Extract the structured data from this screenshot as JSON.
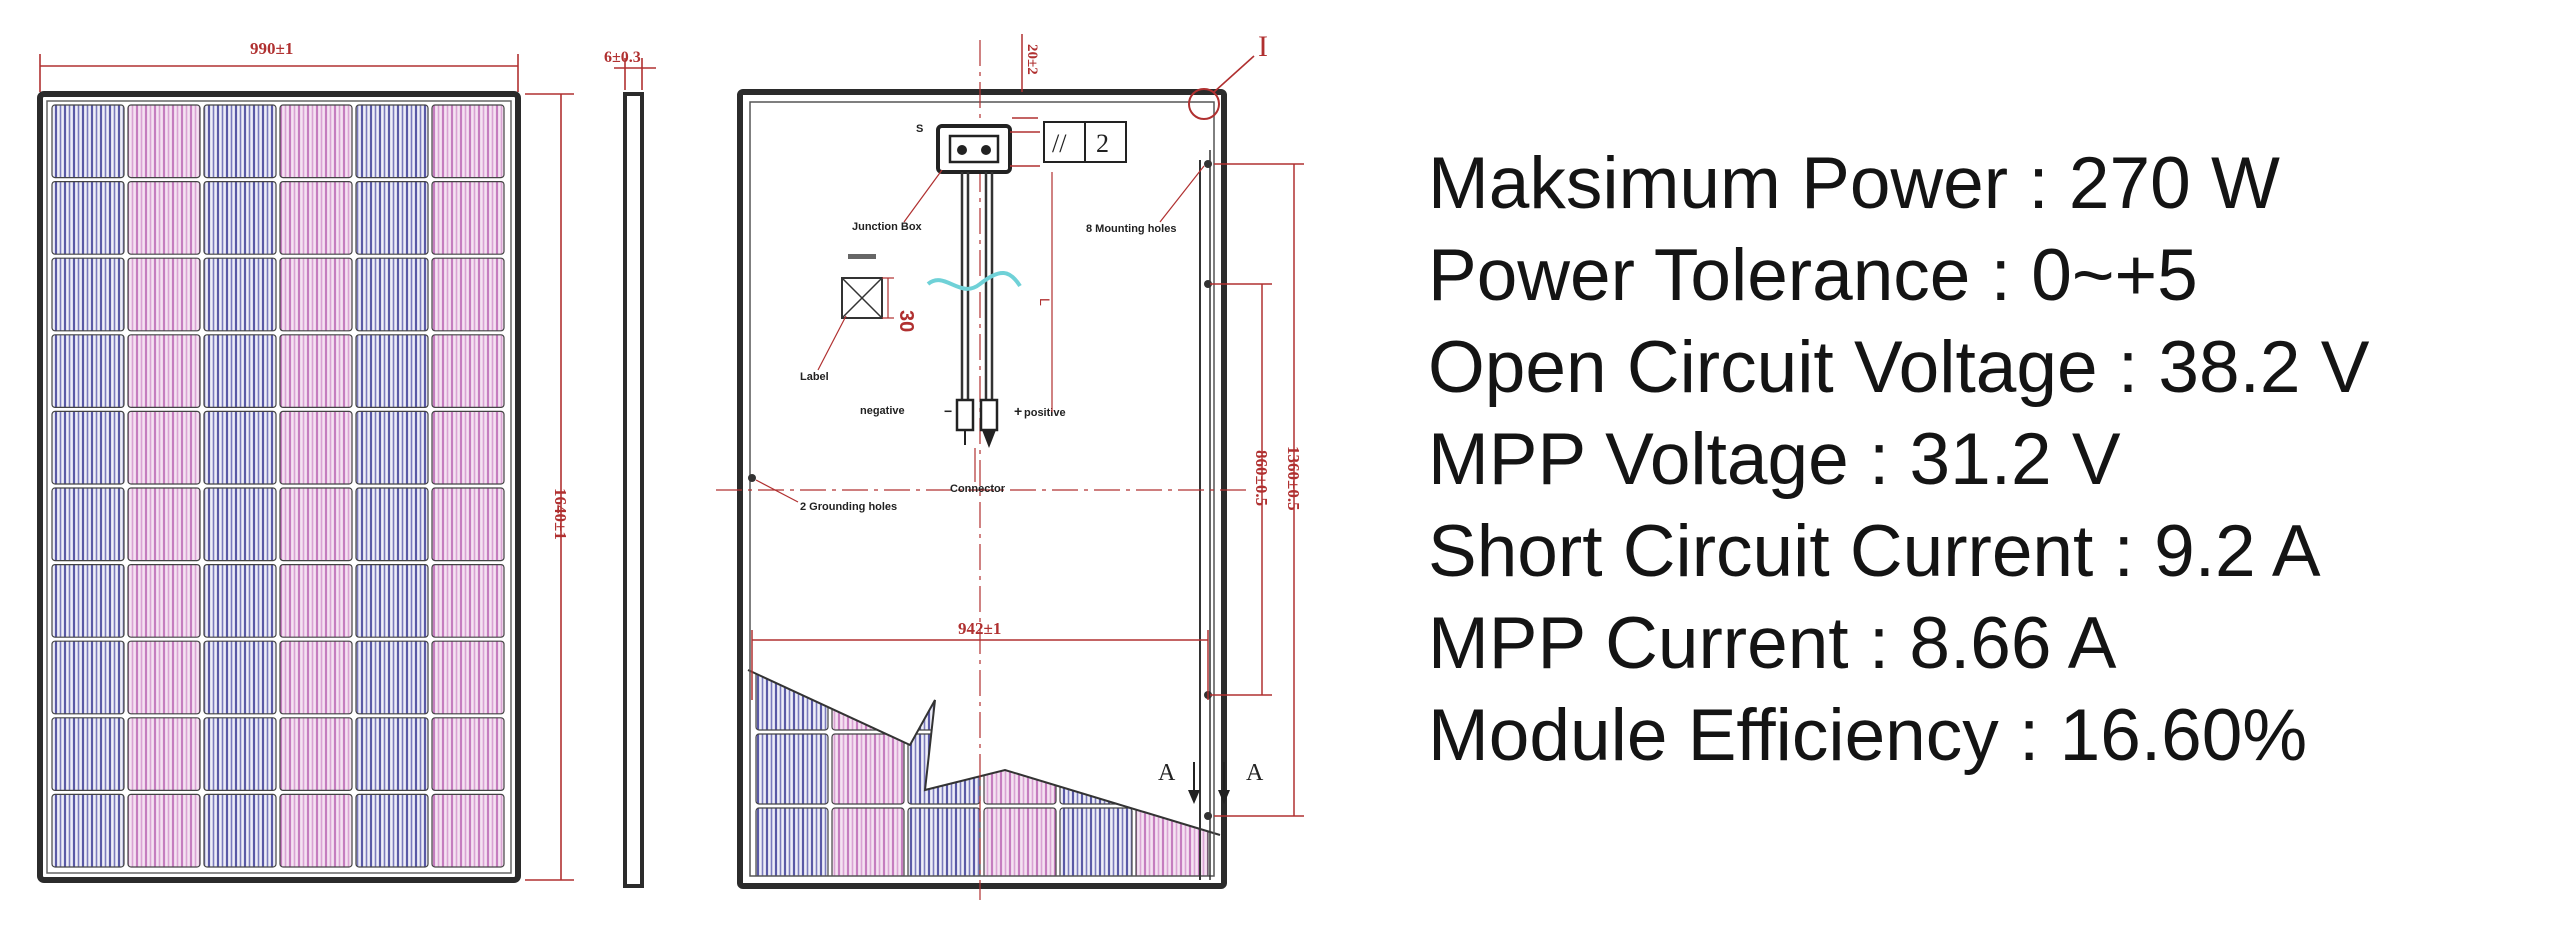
{
  "front_view": {
    "width_dim": "990±1",
    "height_dim": "1640±1"
  },
  "side_view": {
    "thickness_dim": "6±0.3"
  },
  "back_view": {
    "detail_marker": "I",
    "top_offset_dim": "20±2",
    "tolerance_box": [
      "//",
      "2"
    ],
    "junction_box_label": "Junction Box",
    "mounting_holes_label": "8 Mounting holes",
    "label_label": "Label",
    "dim_30": "30",
    "dim_L": "L",
    "negative_label": "negative",
    "positive_label": "positive",
    "connector_label": "Connector",
    "grounding_holes_label": "2 Grounding holes",
    "dim_860": "860±0.5",
    "dim_1360": "1360±0.5",
    "dim_942": "942±1",
    "section_marker": "A",
    "minus_sign": "−",
    "plus_sign": "+",
    "small_tag": "S"
  },
  "specs": [
    {
      "label": "Maksimum Power",
      "value": "270 W",
      "text": "Maksimum Power : 270 W"
    },
    {
      "label": "Power Tolerance",
      "value": "0~+5",
      "text": "Power Tolerance : 0~+5"
    },
    {
      "label": "Open Circuit Voltage",
      "value": "38.2 V",
      "text": "Open Circuit Voltage : 38.2 V"
    },
    {
      "label": "MPP Voltage",
      "value": "31.2 V",
      "text": "MPP Voltage : 31.2 V"
    },
    {
      "label": "Short Circuit Current",
      "value": "9.2 A",
      "text": "Short Circuit Current : 9.2 A"
    },
    {
      "label": "MPP Current",
      "value": "8.66 A",
      "text": "MPP Current : 8.66 A"
    },
    {
      "label": "Module Efficiency",
      "value": "16.60%",
      "text": "Module Efficiency : 16.60%"
    }
  ],
  "colors": {
    "cell_purple": "#8f8fc8",
    "cell_pink": "#dba9d6",
    "dimension_red": "#b03030",
    "frame": "#333333",
    "spec_text": "#141414"
  }
}
